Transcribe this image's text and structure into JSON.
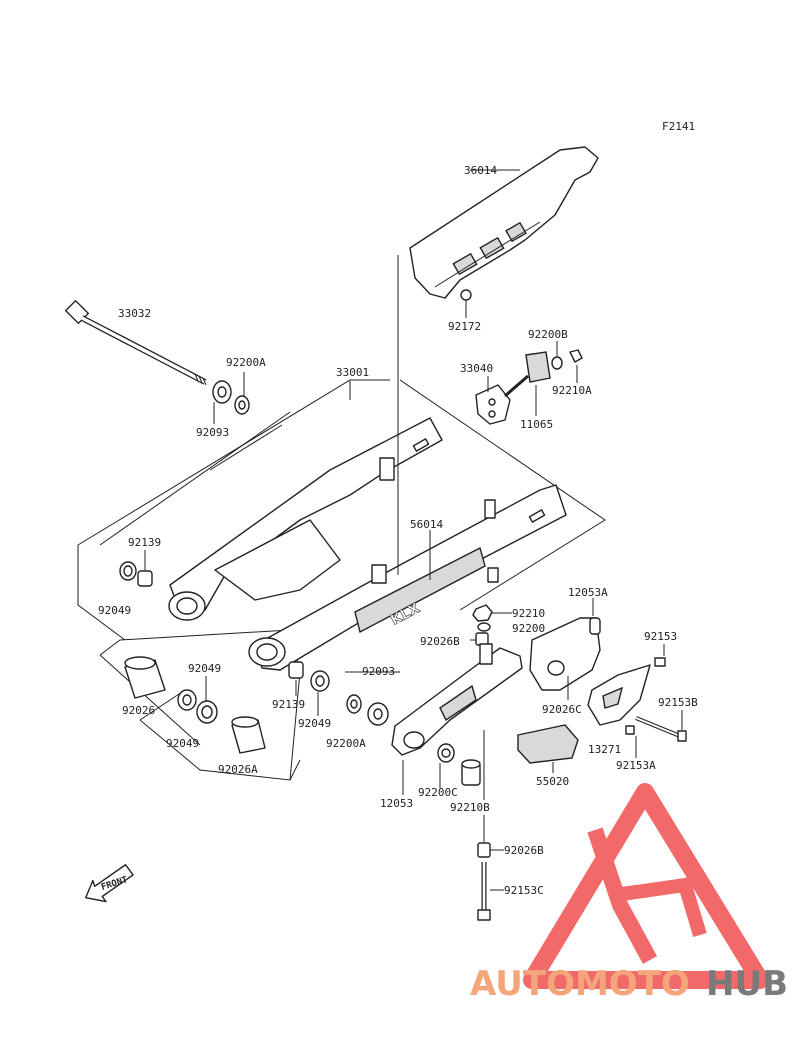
{
  "figure_code": "F2141",
  "labels": {
    "p36014": "36014",
    "p92172": "92172",
    "p33032": "33032",
    "p92200A_top": "92200A",
    "p92093_top": "92093",
    "p33001": "33001",
    "p33040": "33040",
    "p92200B": "92200B",
    "p92210A": "92210A",
    "p11065": "11065",
    "p56014": "56014",
    "p92139_left": "92139",
    "p92049_left": "92049",
    "p92210": "92210",
    "p92200": "92200",
    "p12053A": "12053A",
    "p92153": "92153",
    "p92026B_mid": "92026B",
    "p92093_mid": "92093",
    "p92049_a": "92049",
    "p92026": "92026",
    "p92139_mid": "92139",
    "p92049_b": "92049",
    "p92200A_bot": "92200A",
    "p92049_c": "92049",
    "p92026A": "92026A",
    "p92026C": "92026C",
    "p92153B": "92153B",
    "p13271": "13271",
    "p92153A": "92153A",
    "p55020": "55020",
    "p12053": "12053",
    "p92200C": "92200C",
    "p92210B": "92210B",
    "p92026B_bot": "92026B",
    "p92153C": "92153C"
  },
  "front_arrow_text": "FRONT",
  "decal_text": "KLX",
  "watermark": {
    "text_a": "AUTOMOTO",
    "text_b": "HUB",
    "color_a": "#f4a57a",
    "color_b": "#7a7a7a",
    "logo_color": "#ef4444"
  }
}
